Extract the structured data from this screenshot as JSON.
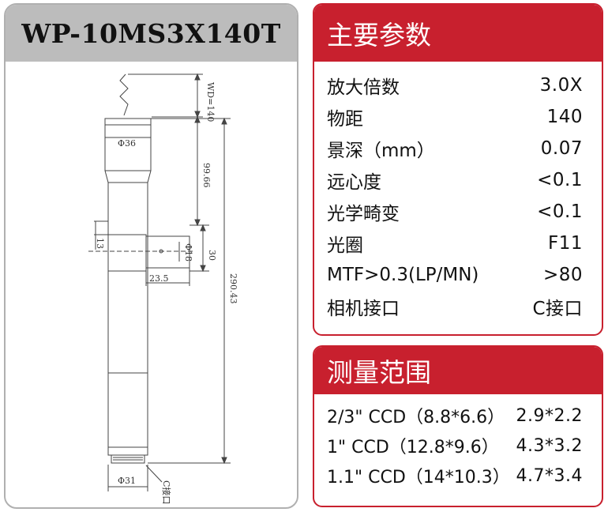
{
  "drawing": {
    "title": "WP-10MS3X140T",
    "dims": {
      "wd": "WD=140",
      "d36": "Φ36",
      "h99": "99.66",
      "h13": "13",
      "d18": "Φ18",
      "h30": "30",
      "w23": "23.5",
      "total": "290.43",
      "d31": "Φ31",
      "c_mount": "C接口"
    }
  },
  "main_params": {
    "header": "主要参数",
    "rows": [
      {
        "label": "放大倍数",
        "value": "3.0X"
      },
      {
        "label": "物距",
        "value": "140"
      },
      {
        "label": "景深（mm）",
        "value": "0.07"
      },
      {
        "label": "远心度",
        "value": "<0.1"
      },
      {
        "label": "光学畸变",
        "value": "<0.1"
      },
      {
        "label": "光圈",
        "value": "F11"
      },
      {
        "label": "MTF>0.3(LP/MN)",
        "value": ">80"
      },
      {
        "label": "相机接口",
        "value": "C接口"
      }
    ]
  },
  "measure_range": {
    "header": "测量范围",
    "rows": [
      {
        "label": "2/3\" CCD（8.8*6.6）",
        "value": "2.9*2.2"
      },
      {
        "label": "1\" CCD（12.8*9.6）",
        "value": "4.3*3.2"
      },
      {
        "label": "1.1\" CCD（14*10.3）",
        "value": "4.7*3.4"
      }
    ]
  },
  "colors": {
    "accent_red": "#c8202e",
    "header_gray": "#bcbcbc"
  }
}
